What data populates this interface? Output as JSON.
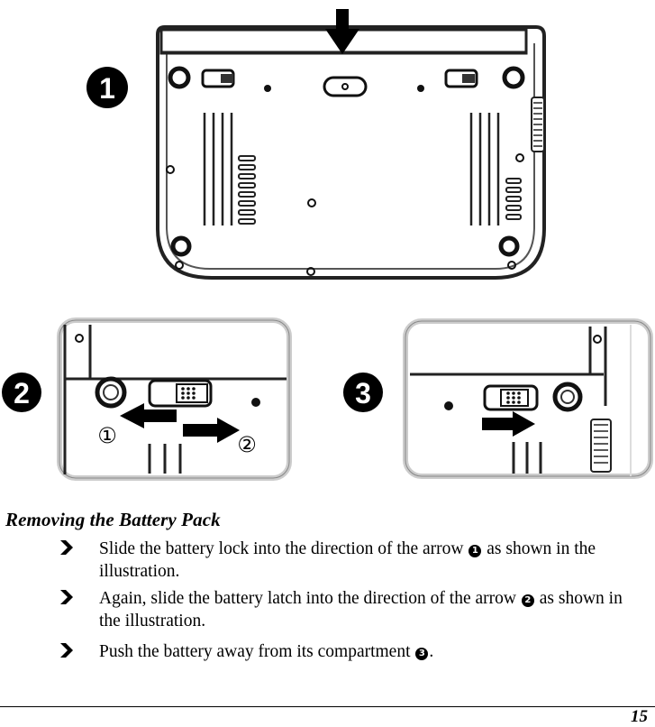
{
  "figure": {
    "main_step_badge": "1",
    "step2_badge": "2",
    "step3_badge": "3",
    "direction1_label": "①",
    "direction2_label": "②"
  },
  "section": {
    "title": "Removing the Battery Pack"
  },
  "steps": [
    {
      "before": "Slide the battery lock into the direction of the arrow ",
      "marker": "1",
      "after": " as shown in the illustration."
    },
    {
      "before": "Again, slide the battery latch into the direction of the arrow ",
      "marker": "2",
      "after": " as shown in the illustration."
    },
    {
      "before": "Push the battery away from its compartment ",
      "marker": "3",
      "after": "."
    }
  ],
  "footer": {
    "page_number": "15"
  }
}
